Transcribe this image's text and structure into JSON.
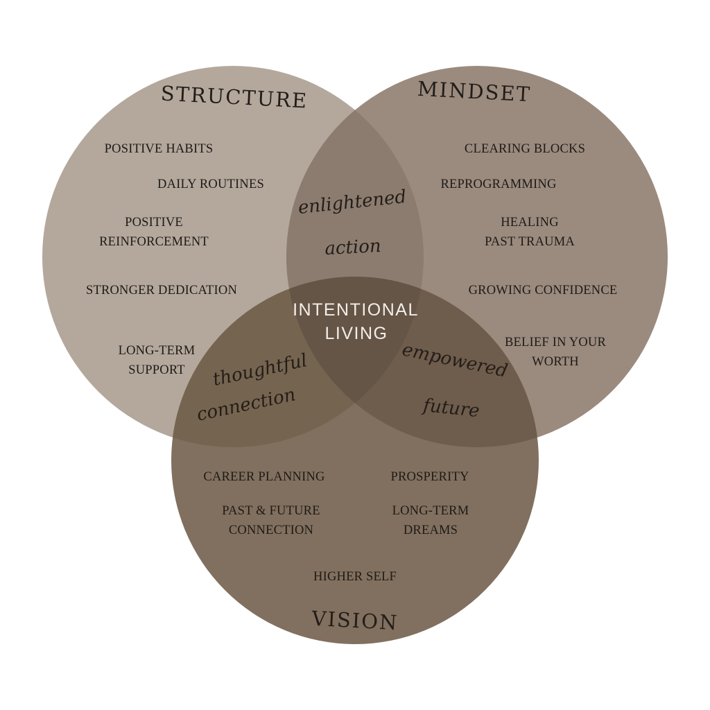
{
  "colors": {
    "structure": "#b4a89c",
    "mindset": "#9b8b7e",
    "vision": "#81705f",
    "background": "#ffffff",
    "center_text": "#f3eee9",
    "text": "#1e1a17"
  },
  "structure": {
    "title": "STRUCTURE",
    "items": [
      "POSITIVE HABITS",
      "DAILY ROUTINES",
      "POSITIVE",
      "REINFORCEMENT",
      "STRONGER DEDICATION",
      "LONG-TERM",
      "SUPPORT"
    ]
  },
  "mindset": {
    "title": "MINDSET",
    "items": [
      "CLEARING BLOCKS",
      "REPROGRAMMING",
      "HEALING",
      "PAST TRAUMA",
      "GROWING CONFIDENCE",
      "BELIEF IN YOUR",
      "WORTH"
    ]
  },
  "vision": {
    "title": "VISION",
    "items": [
      "CAREER PLANNING",
      "PROSPERITY",
      "PAST & FUTURE",
      "CONNECTION",
      "LONG-TERM",
      "DREAMS",
      "HIGHER SELF"
    ]
  },
  "overlaps": {
    "structure_mindset": [
      "enlightened",
      "action"
    ],
    "structure_vision": [
      "thoughtful",
      "connection"
    ],
    "mindset_vision": [
      "empowered",
      "future"
    ]
  },
  "center": [
    "INTENTIONAL",
    "LIVING"
  ]
}
